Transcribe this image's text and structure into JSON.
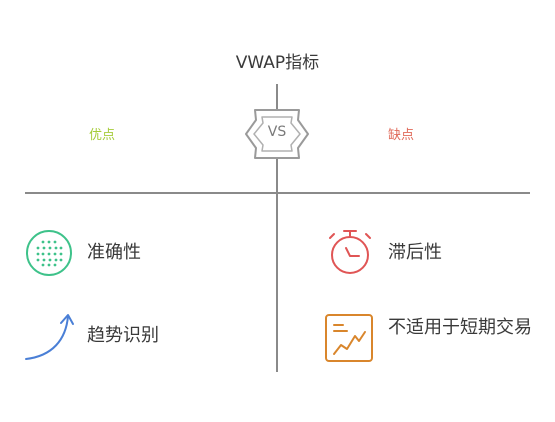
{
  "title": "VWAP指标",
  "vs_label": "VS",
  "left": {
    "heading": "优点",
    "items": [
      {
        "label": "准确性",
        "icon": "dotted-circle-icon"
      },
      {
        "label": "趋势识别",
        "icon": "upward-arrow-icon"
      }
    ]
  },
  "right": {
    "heading": "缺点",
    "items": [
      {
        "label": "滞后性",
        "icon": "stopwatch-icon"
      },
      {
        "label": "不适用于短期交易",
        "icon": "chart-line-icon"
      }
    ]
  },
  "colors": {
    "pros": "#a6cc3a",
    "cons": "#e06a5a",
    "accuracy_icon": "#3ec28a",
    "trend_icon": "#4a7fd6",
    "lag_icon": "#e05555",
    "short_term_icon": "#d9862c",
    "divider": "#8a8a8a"
  }
}
